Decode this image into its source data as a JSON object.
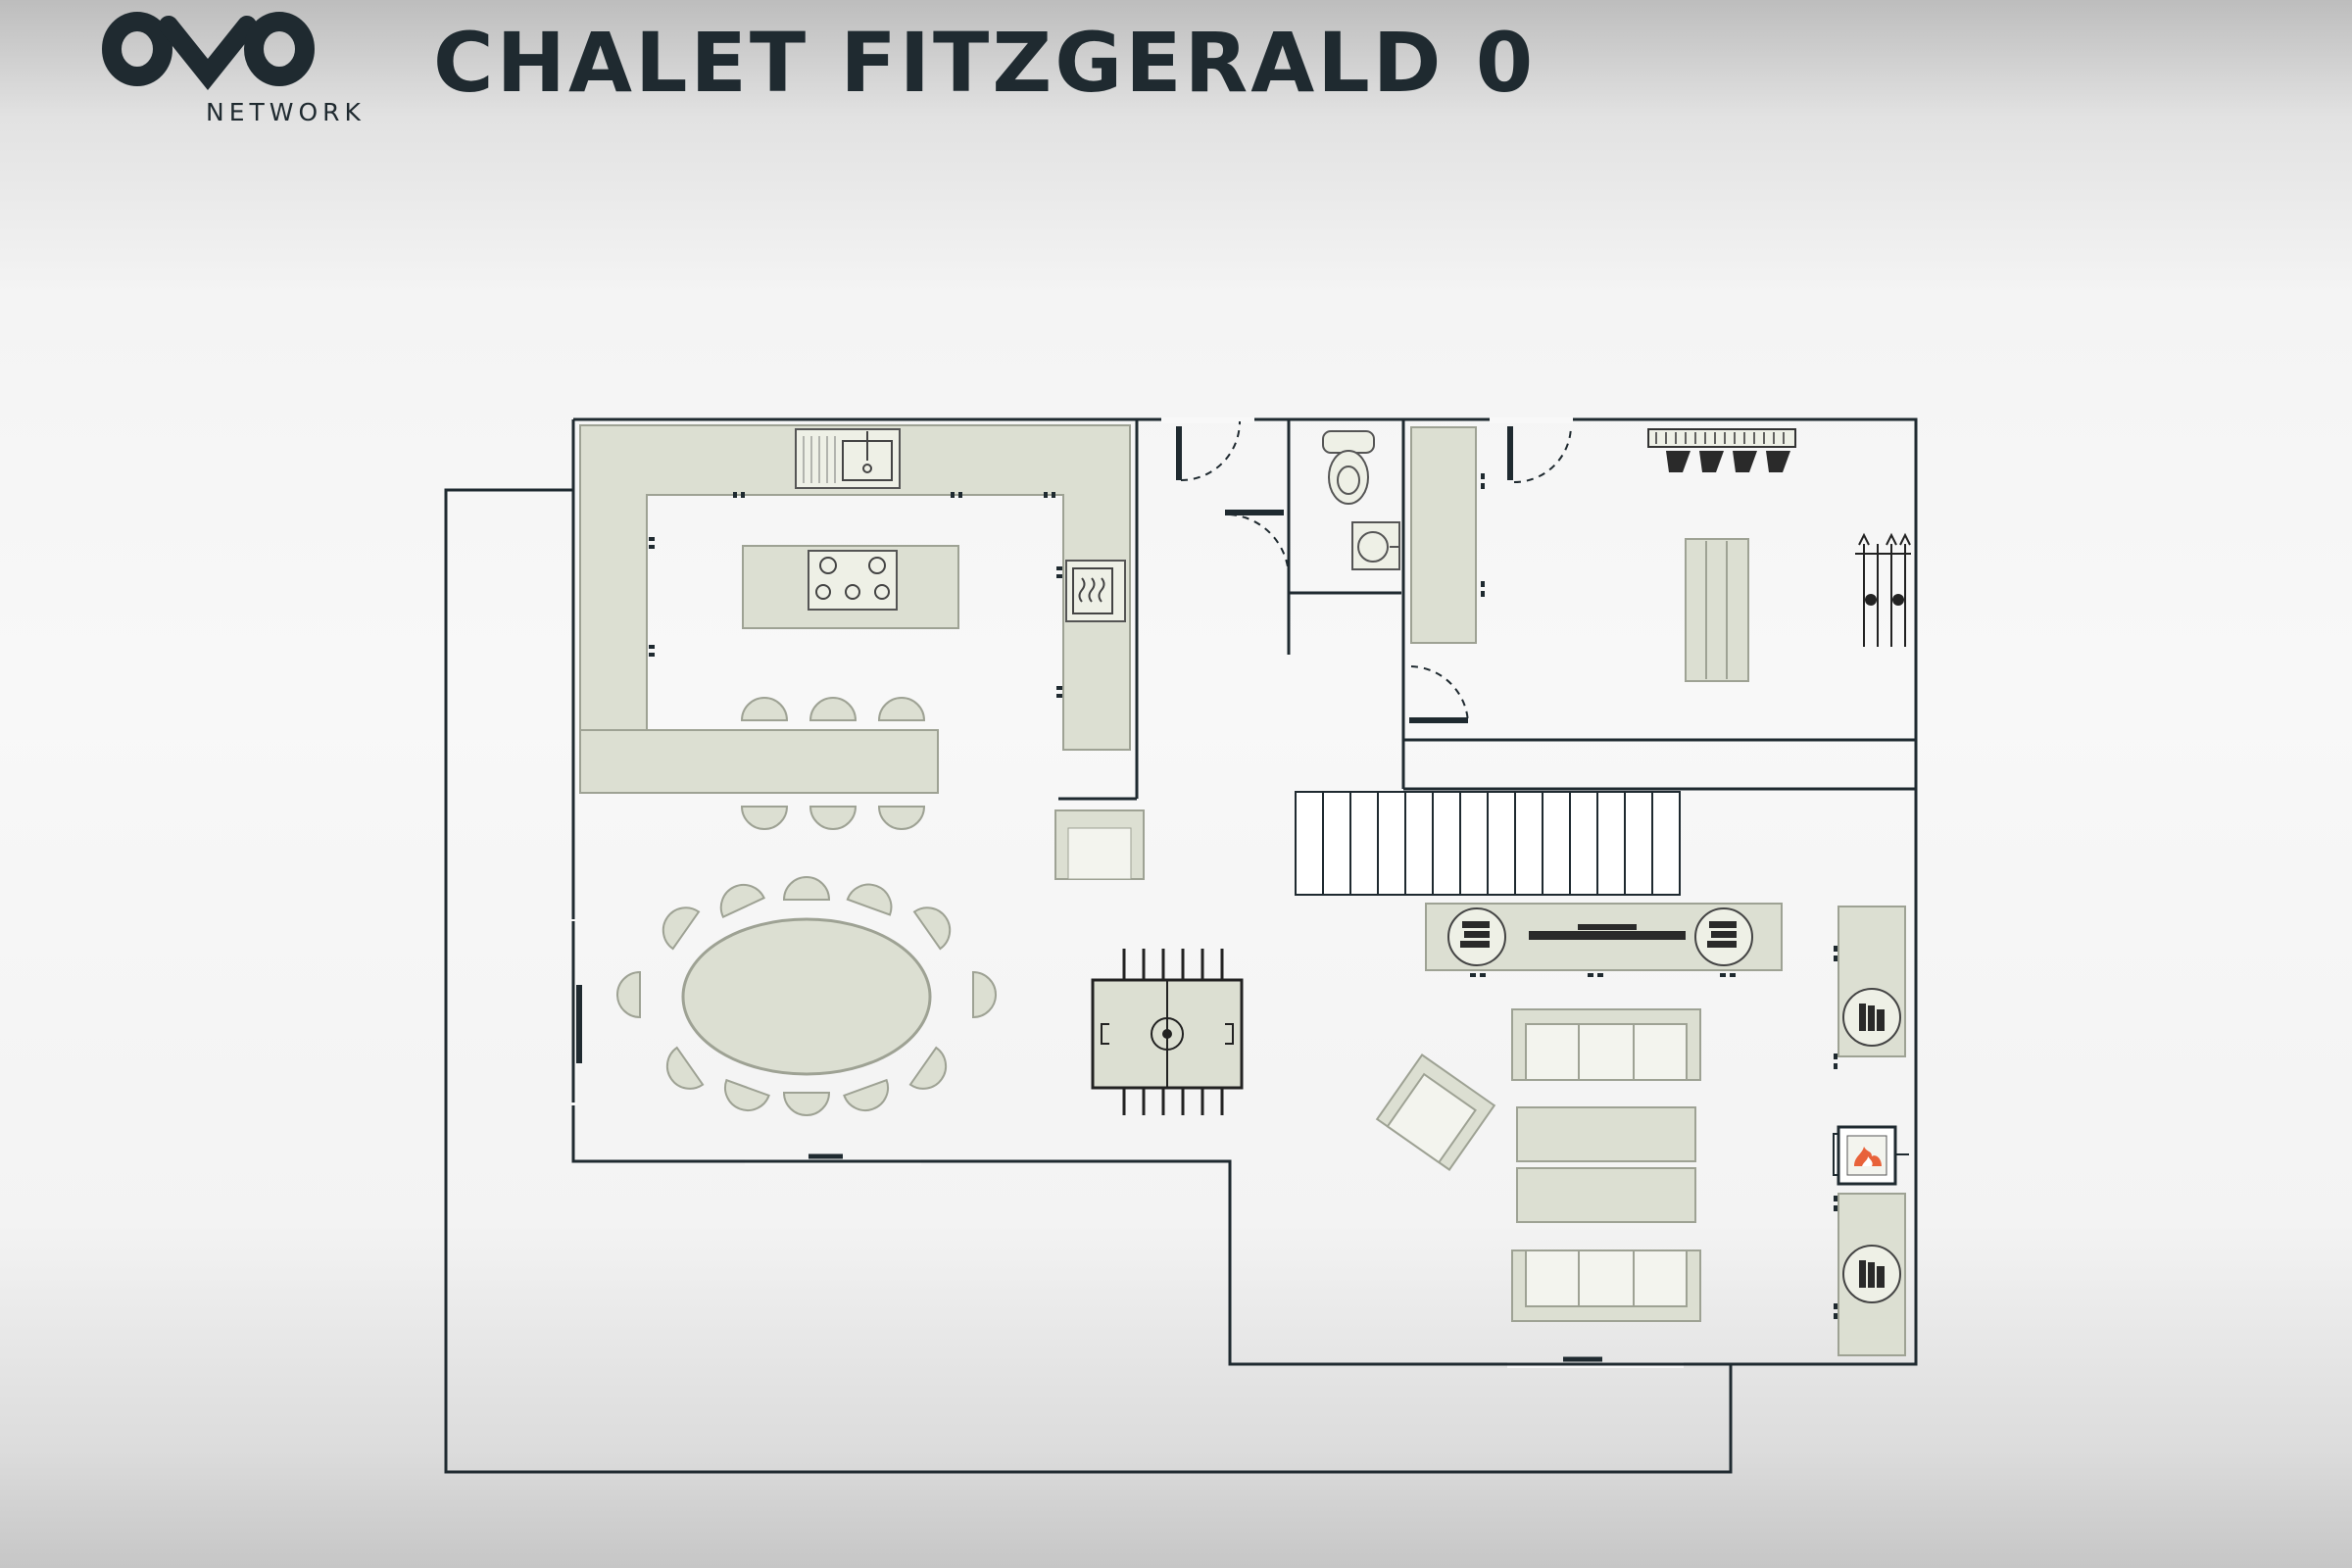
{
  "brand": {
    "logo_text": "OVO",
    "word": "NETWORK"
  },
  "title": "CHALET FITZGERALD 0",
  "colors": {
    "wall": "#1f2a30",
    "furniture_fill": "#dcdfd2",
    "furniture_stroke": "#9ea294",
    "icon_dark": "#2a2a2a",
    "fireplace_accent": "#e8623a"
  },
  "icons": [
    "sink-icon",
    "cooktop-icon",
    "oven-icon",
    "toilet-icon",
    "washbasin-icon",
    "ski-boot-dryer-icon",
    "ski-rack-icon",
    "bench-icon",
    "foosball-table-icon",
    "tv-icon",
    "books-icon",
    "fireplace-icon",
    "sofa-icon",
    "armchair-icon",
    "dining-table-icon",
    "stairs-icon"
  ]
}
